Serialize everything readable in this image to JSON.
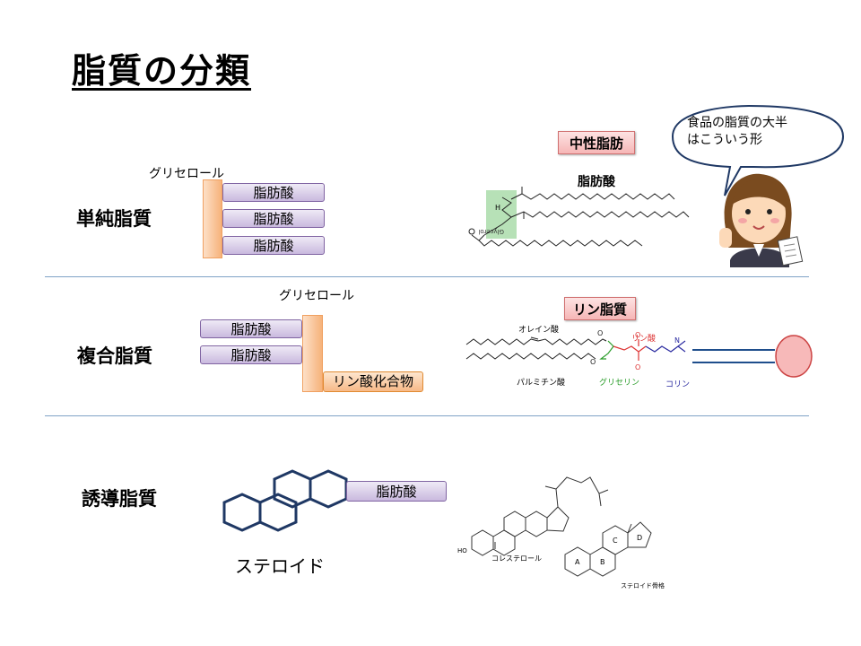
{
  "title": "脂質の分類",
  "speech": {
    "line1": "食品の脂質の大半",
    "line2": "はこういう形"
  },
  "simple": {
    "category": "単純脂質",
    "glycerol_label": "グリセロール",
    "fatty_acid_1": "脂肪酸",
    "fatty_acid_2": "脂肪酸",
    "fatty_acid_3": "脂肪酸",
    "tag": "中性脂肪",
    "structure_label": "脂肪酸",
    "glycerol_tag": "Glycerol"
  },
  "compound": {
    "category": "複合脂質",
    "glycerol_label": "グリセロール",
    "fatty_acid_1": "脂肪酸",
    "fatty_acid_2": "脂肪酸",
    "phosphate": "リン酸化合物",
    "tag": "リン脂質",
    "oleic": "オレイン酸",
    "phosphoric": "リン酸",
    "palmitic": "パルミチン酸",
    "glycerin": "グリセリン",
    "choline": "コリン"
  },
  "derived": {
    "category": "誘導脂質",
    "fatty_acid": "脂肪酸",
    "steroid": "ステロイド",
    "cholesterol": "コレステロール",
    "steroid_skeleton": "ステロイド骨格",
    "ho": "HO",
    "ring_a": "A",
    "ring_b": "B",
    "ring_c": "C",
    "ring_d": "D"
  },
  "colors": {
    "divider": "#7fa3c6",
    "fatty_acid_fill": "#c9b9de",
    "glycerol_fill": "#f6b27a",
    "tag_fill": "#f6b6b6",
    "hexagon_stroke": "#1f3864"
  }
}
